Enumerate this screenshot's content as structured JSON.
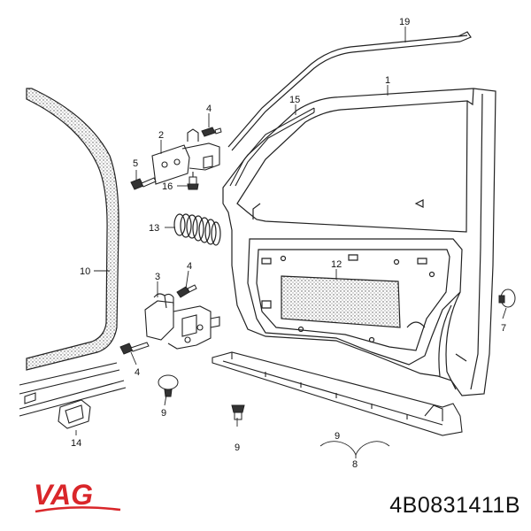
{
  "brand": {
    "text": "VAG",
    "color": "#d9262a"
  },
  "part_number": "4B0831411B",
  "callouts": {
    "c1": "1",
    "c2": "2",
    "c3": "3",
    "c4a": "4",
    "c4b": "4",
    "c4c": "4",
    "c5": "5",
    "c7": "7",
    "c8": "8",
    "c9a": "9",
    "c9b": "9",
    "c9c": "9",
    "c10": "10",
    "c12": "12",
    "c13": "13",
    "c14": "14",
    "c15": "15",
    "c16": "16",
    "c19": "19"
  }
}
